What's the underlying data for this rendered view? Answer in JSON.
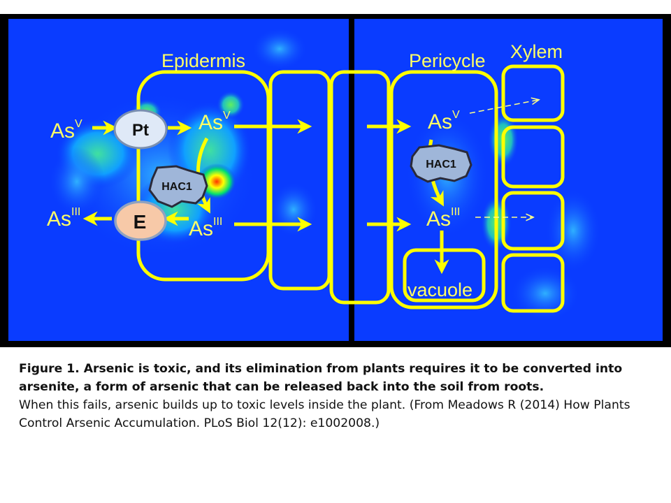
{
  "diagram": {
    "panel_labels": {
      "epidermis": "Epidermis",
      "pericycle": "Pericycle",
      "xylem": "Xylem"
    },
    "species": {
      "arsenate": {
        "base": "As",
        "sup": "V"
      },
      "arsenite": {
        "base": "As",
        "sup": "III"
      }
    },
    "transporters": {
      "uptake": "Pt",
      "efflux": "E"
    },
    "enzyme": "HAC1",
    "vacuole": "vacuole",
    "colors": {
      "background": "#000000",
      "heatmap_base": "#0a3cff",
      "outline": "#ffff00",
      "label": "#ffff66",
      "transporter_fill": "#dfe9f7",
      "efflux_fill": "#f7c9a8",
      "enzyme_fill": "#9fb6d9"
    }
  },
  "caption": {
    "bold": "Figure 1. Arsenic is toxic, and its elimination from plants requires it to be converted into arsenite, a form of arsenic that can be released back into the soil from roots.",
    "normal": "When this fails, arsenic builds up to toxic levels inside the plant. (From  Meadows R (2014) How Plants Control Arsenic Accumulation. PLoS Biol 12(12): e1002008.)"
  }
}
